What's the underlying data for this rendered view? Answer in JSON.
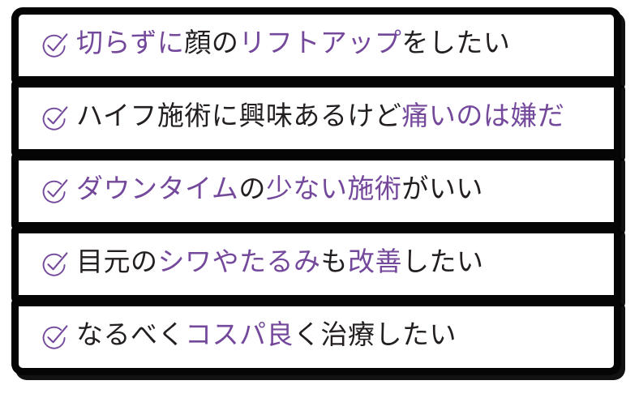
{
  "accent_color": "#74499C",
  "text_color": "#231F20",
  "frame_color": "#050505",
  "background_color": "#FFFFFF",
  "icon": {
    "name": "check-circle-icon",
    "glyph": "✓"
  },
  "checklist": {
    "items": [
      {
        "index": 1,
        "full_text": "切らずに顔のリフトアップをしたい",
        "segments": [
          {
            "text": "切らずに",
            "highlight": true
          },
          {
            "text": "顔の",
            "highlight": false
          },
          {
            "text": "リフトアップ",
            "highlight": true
          },
          {
            "text": "をしたい",
            "highlight": false
          }
        ]
      },
      {
        "index": 2,
        "full_text": "ハイフ施術に興味あるけど痛いのは嫌だ",
        "segments": [
          {
            "text": "ハイフ施術に興味あるけど",
            "highlight": false
          },
          {
            "text": "痛いのは嫌だ",
            "highlight": true
          }
        ]
      },
      {
        "index": 3,
        "full_text": "ダウンタイムの少ない施術がいい",
        "segments": [
          {
            "text": "ダウンタイム",
            "highlight": true
          },
          {
            "text": "の",
            "highlight": false
          },
          {
            "text": "少ない施術",
            "highlight": true
          },
          {
            "text": "がいい",
            "highlight": false
          }
        ]
      },
      {
        "index": 4,
        "full_text": "目元のシワやたるみも改善したい",
        "segments": [
          {
            "text": "目元の",
            "highlight": false
          },
          {
            "text": "シワやたるみ",
            "highlight": true
          },
          {
            "text": "も",
            "highlight": false
          },
          {
            "text": "改善",
            "highlight": true
          },
          {
            "text": "したい",
            "highlight": false
          }
        ]
      },
      {
        "index": 5,
        "full_text": "なるべくコスパ良く治療したい",
        "segments": [
          {
            "text": "なるべく",
            "highlight": false
          },
          {
            "text": "コスパ良",
            "highlight": true
          },
          {
            "text": "く治療したい",
            "highlight": false
          }
        ]
      }
    ]
  }
}
